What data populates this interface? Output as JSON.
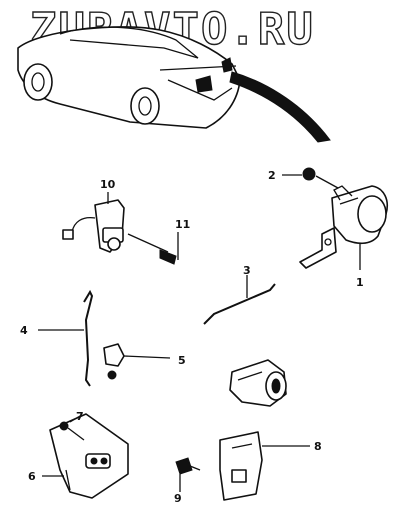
{
  "watermark": {
    "text": "ZURAVTO.RU"
  },
  "callouts": {
    "c1": "1",
    "c2": "2",
    "c3": "3",
    "c4": "4",
    "c5": "5",
    "c6": "6",
    "c7": "7",
    "c8": "8",
    "c9": "9",
    "c10": "10",
    "c11": "11"
  }
}
